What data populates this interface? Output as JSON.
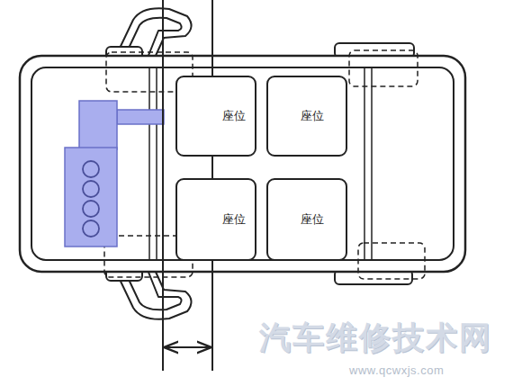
{
  "diagram": {
    "nodes": [
      {
        "text": [
          "座位"
        ]
      },
      {
        "text": [
          "座位"
        ]
      },
      {
        "text": [
          "座位"
        ]
      },
      {
        "text": [
          "座位"
        ]
      }
    ],
    "labels": [
      "汽车维修技术网",
      "www.qcwxjs.com"
    ]
  }
}
